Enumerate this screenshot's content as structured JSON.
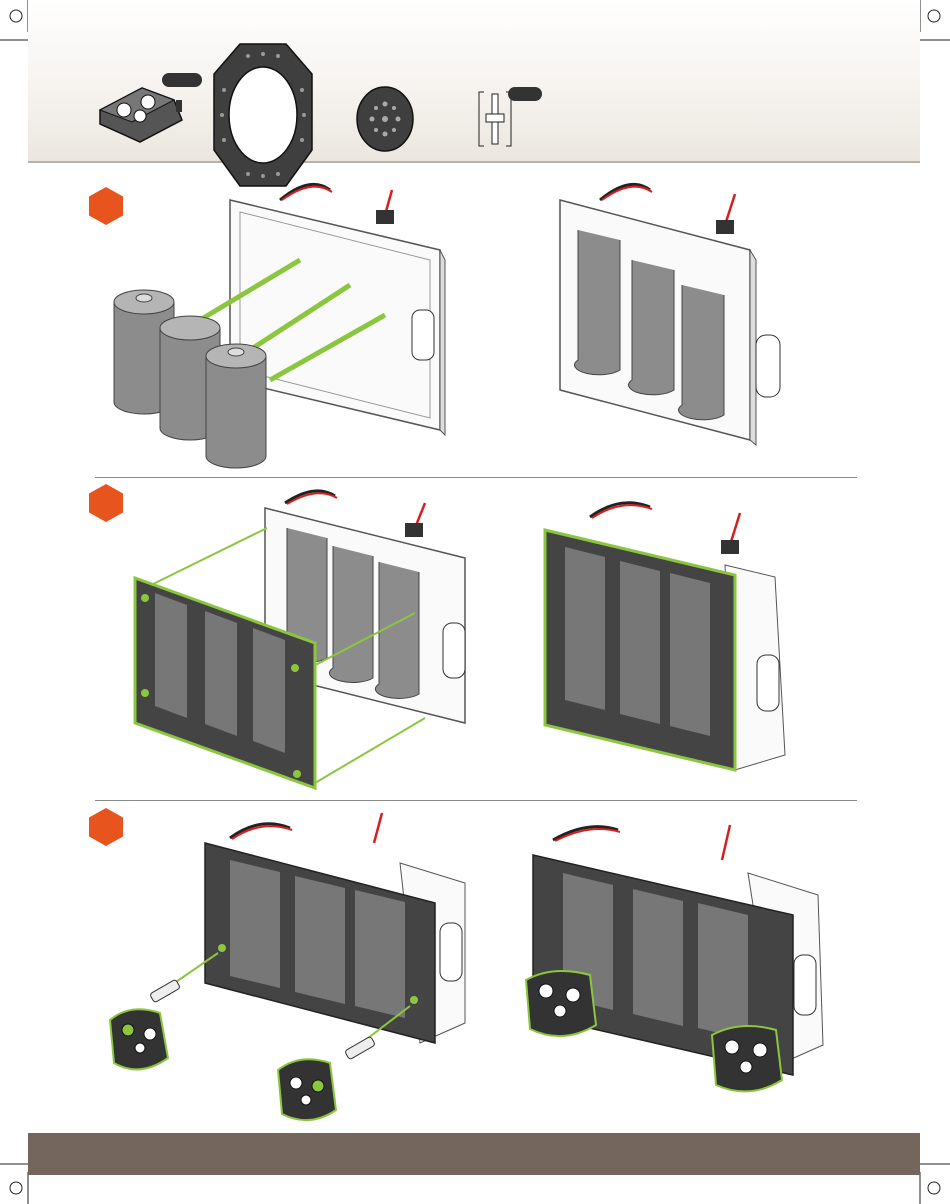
{
  "colors": {
    "accent_orange": "#e8541e",
    "highlight_green": "#8cc63f",
    "footer_brown": "#74665c",
    "part_dark": "#444444",
    "battery_grey": "#8c8c8c"
  },
  "parts_bar": {
    "items": [
      {
        "name": "connector-bracket",
        "qty": ""
      },
      {
        "name": "octagon-ring",
        "qty": ""
      },
      {
        "name": "round-hub",
        "qty": ""
      },
      {
        "name": "shaft-pin",
        "qty": ""
      }
    ]
  },
  "steps": [
    {
      "number": "",
      "title": ""
    },
    {
      "number": "",
      "title": ""
    },
    {
      "number": "",
      "title": ""
    }
  ],
  "footer": {
    "text": ""
  }
}
